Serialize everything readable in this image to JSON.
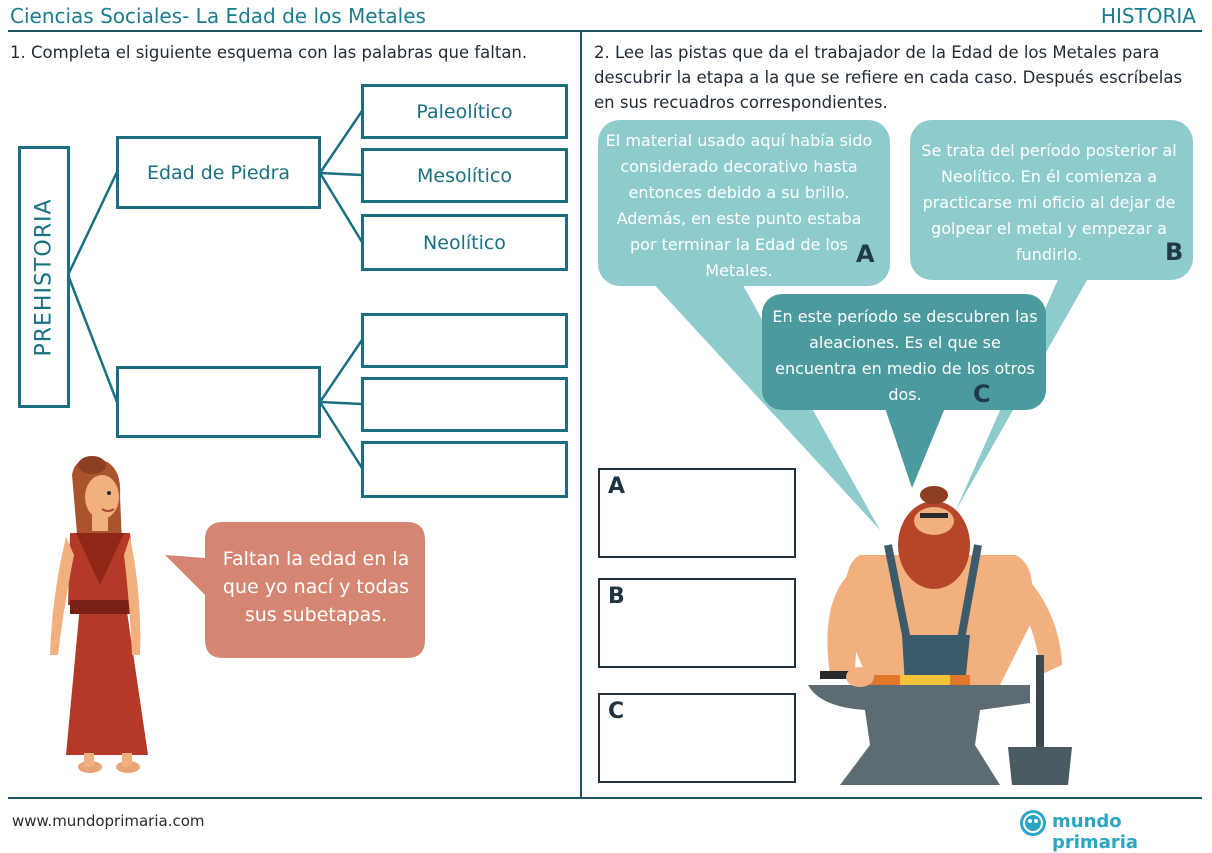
{
  "header": {
    "title": "Ciencias Sociales- La Edad de los Metales",
    "subject": "HISTORIA"
  },
  "section1": {
    "instruction": "1. Completa el siguiente esquema con las palabras que faltan.",
    "root_label": "PREHISTORIA",
    "branch1": {
      "label": "Edad de Piedra",
      "children": [
        "Paleolítico",
        "Mesolítico",
        "Neolítico"
      ]
    },
    "branch2": {
      "label": "",
      "children": [
        "",
        "",
        ""
      ]
    },
    "speech": "Faltan la edad en la que yo nací y todas sus subetapas."
  },
  "section2": {
    "instruction": "2. Lee las pistas que da el trabajador de la Edad de los Metales para descubrir la etapa a la que se refiere en cada caso. Después escríbelas en sus recuadros correspondientes.",
    "clues": [
      {
        "letter": "A",
        "text": "El material usado aquí había sido considerado decorativo hasta entonces debido a su brillo. Además, en este punto estaba por terminar la Edad de los Metales."
      },
      {
        "letter": "B",
        "text": "Se trata del período posterior al Neolítico. En él comienza a practicarse mi oficio al dejar de golpear el metal y empezar a fundirlo."
      },
      {
        "letter": "C",
        "text": "En este período se descubren las aleaciones. Es el que se encuentra en medio de los otros dos."
      }
    ],
    "answers": [
      "A",
      "B",
      "C"
    ]
  },
  "footer": {
    "website": "www.mundoprimaria.com",
    "brand": "mundo primaria"
  },
  "colors": {
    "teal": "#1a6f80",
    "bubble": "#8ecbcc",
    "bubble_dark": "#4a9a9e",
    "speech": "#d58673",
    "dark": "#1f5363"
  }
}
